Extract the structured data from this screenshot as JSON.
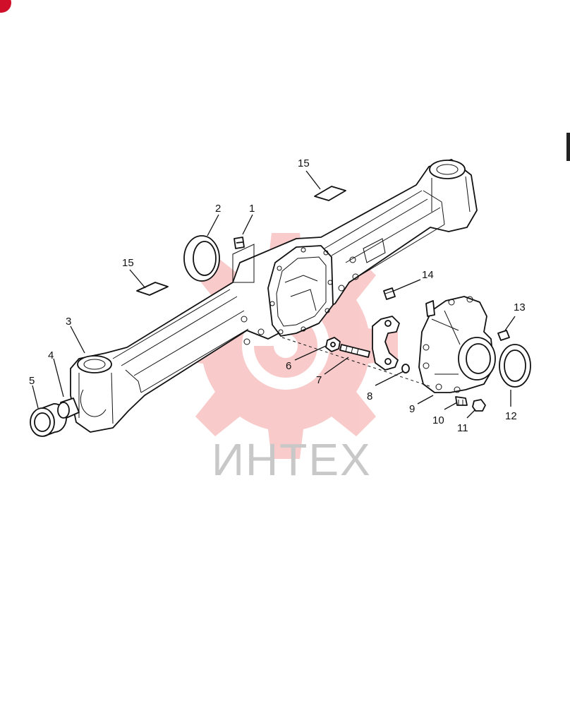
{
  "watermark": {
    "text": "ИНТЕХ",
    "gear_color": "#f4a0a0",
    "text_color": "#c8c8c8"
  },
  "corner_badge_color": "#d0102a",
  "callouts": [
    {
      "id": "c1",
      "label": "1"
    },
    {
      "id": "c2",
      "label": "2"
    },
    {
      "id": "c3",
      "label": "3"
    },
    {
      "id": "c4",
      "label": "4"
    },
    {
      "id": "c5",
      "label": "5"
    },
    {
      "id": "c6",
      "label": "6"
    },
    {
      "id": "c7",
      "label": "7"
    },
    {
      "id": "c8",
      "label": "8"
    },
    {
      "id": "c9",
      "label": "9"
    },
    {
      "id": "c10",
      "label": "10"
    },
    {
      "id": "c11",
      "label": "11"
    },
    {
      "id": "c12",
      "label": "12"
    },
    {
      "id": "c13",
      "label": "13"
    },
    {
      "id": "c14",
      "label": "14"
    },
    {
      "id": "c15a",
      "label": "15"
    },
    {
      "id": "c15b",
      "label": "15"
    }
  ]
}
